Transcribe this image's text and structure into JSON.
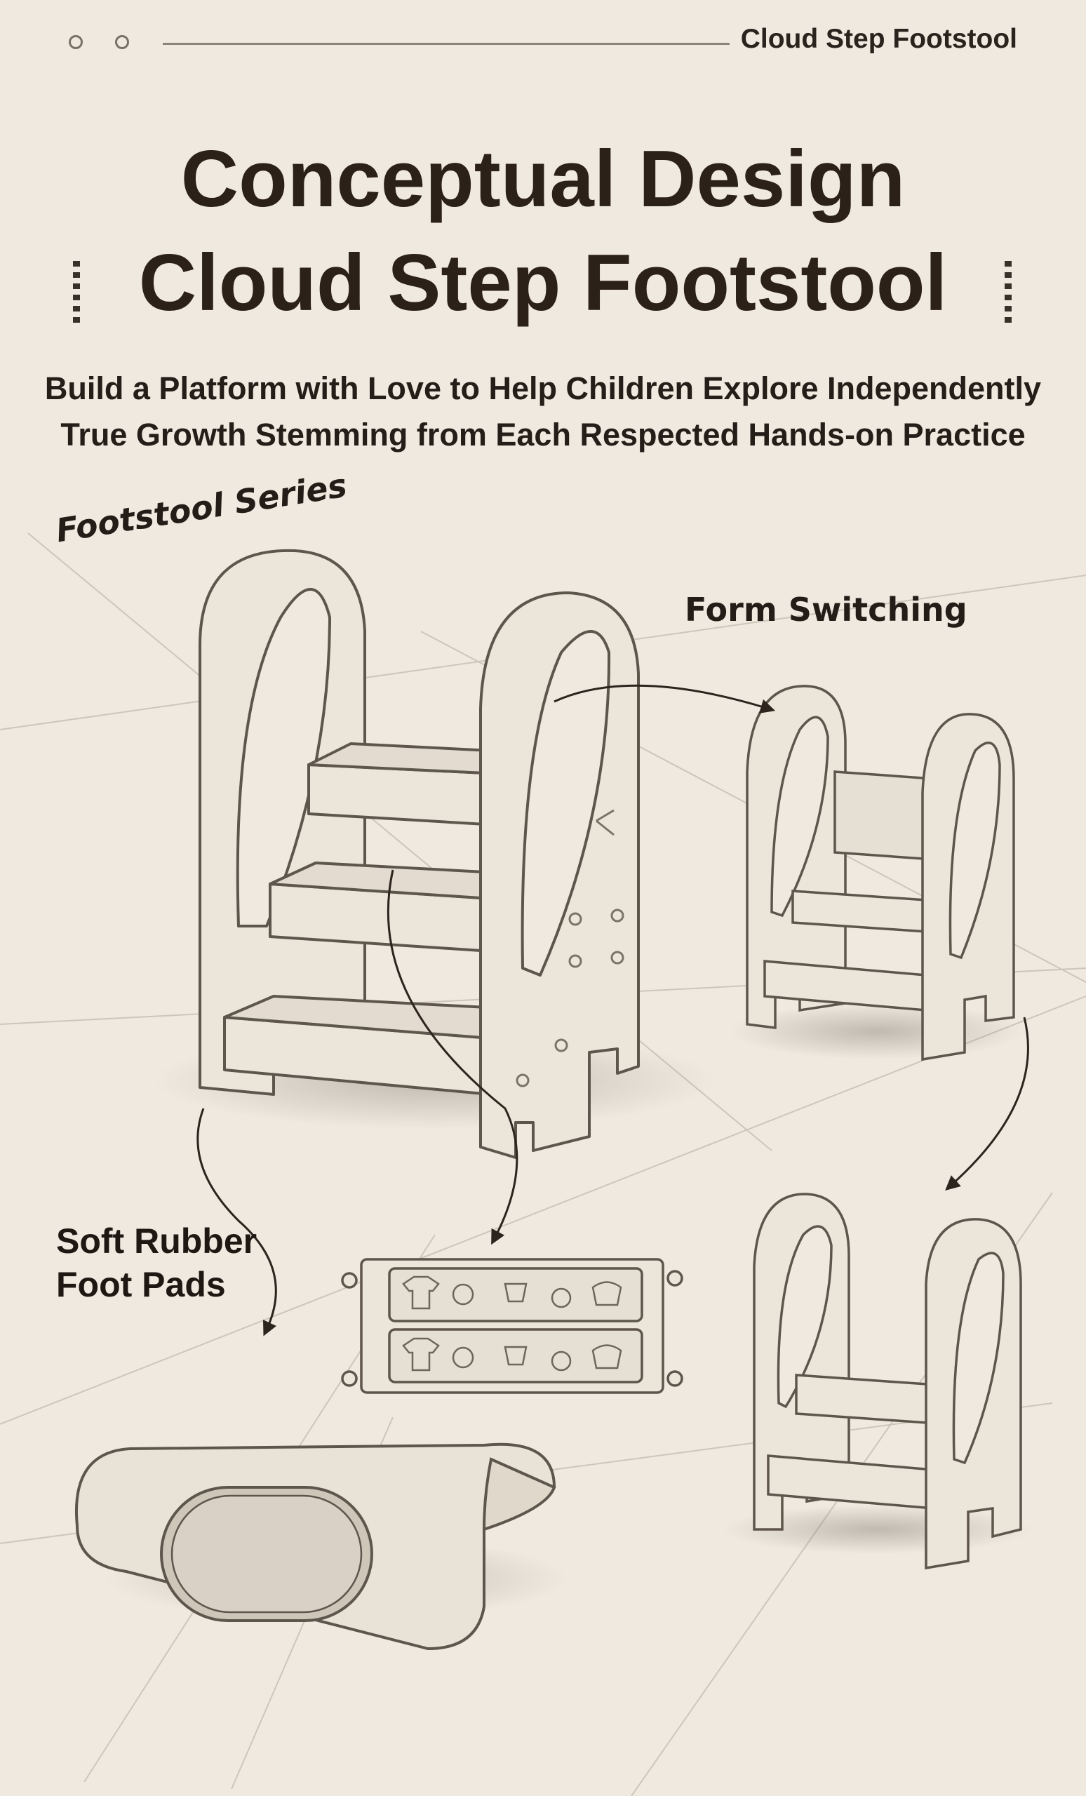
{
  "header": {
    "brand": "Cloud Step Footstool"
  },
  "title": {
    "line1": "Conceptual Design",
    "line2": "Cloud Step Footstool"
  },
  "subtitle": {
    "line1": "Build a Platform with Love to Help Children Explore Independently",
    "line2": "True Growth Stemming from Each Respected Hands-on Practice"
  },
  "labels": {
    "series": "Footstool Series",
    "form_switching": "Form Switching",
    "pads_line1": "Soft Rubber",
    "pads_line2": "Foot Pads"
  },
  "colors": {
    "background": "#efe9e0",
    "ink": "#2c241d",
    "sketch": "#6f665c"
  }
}
